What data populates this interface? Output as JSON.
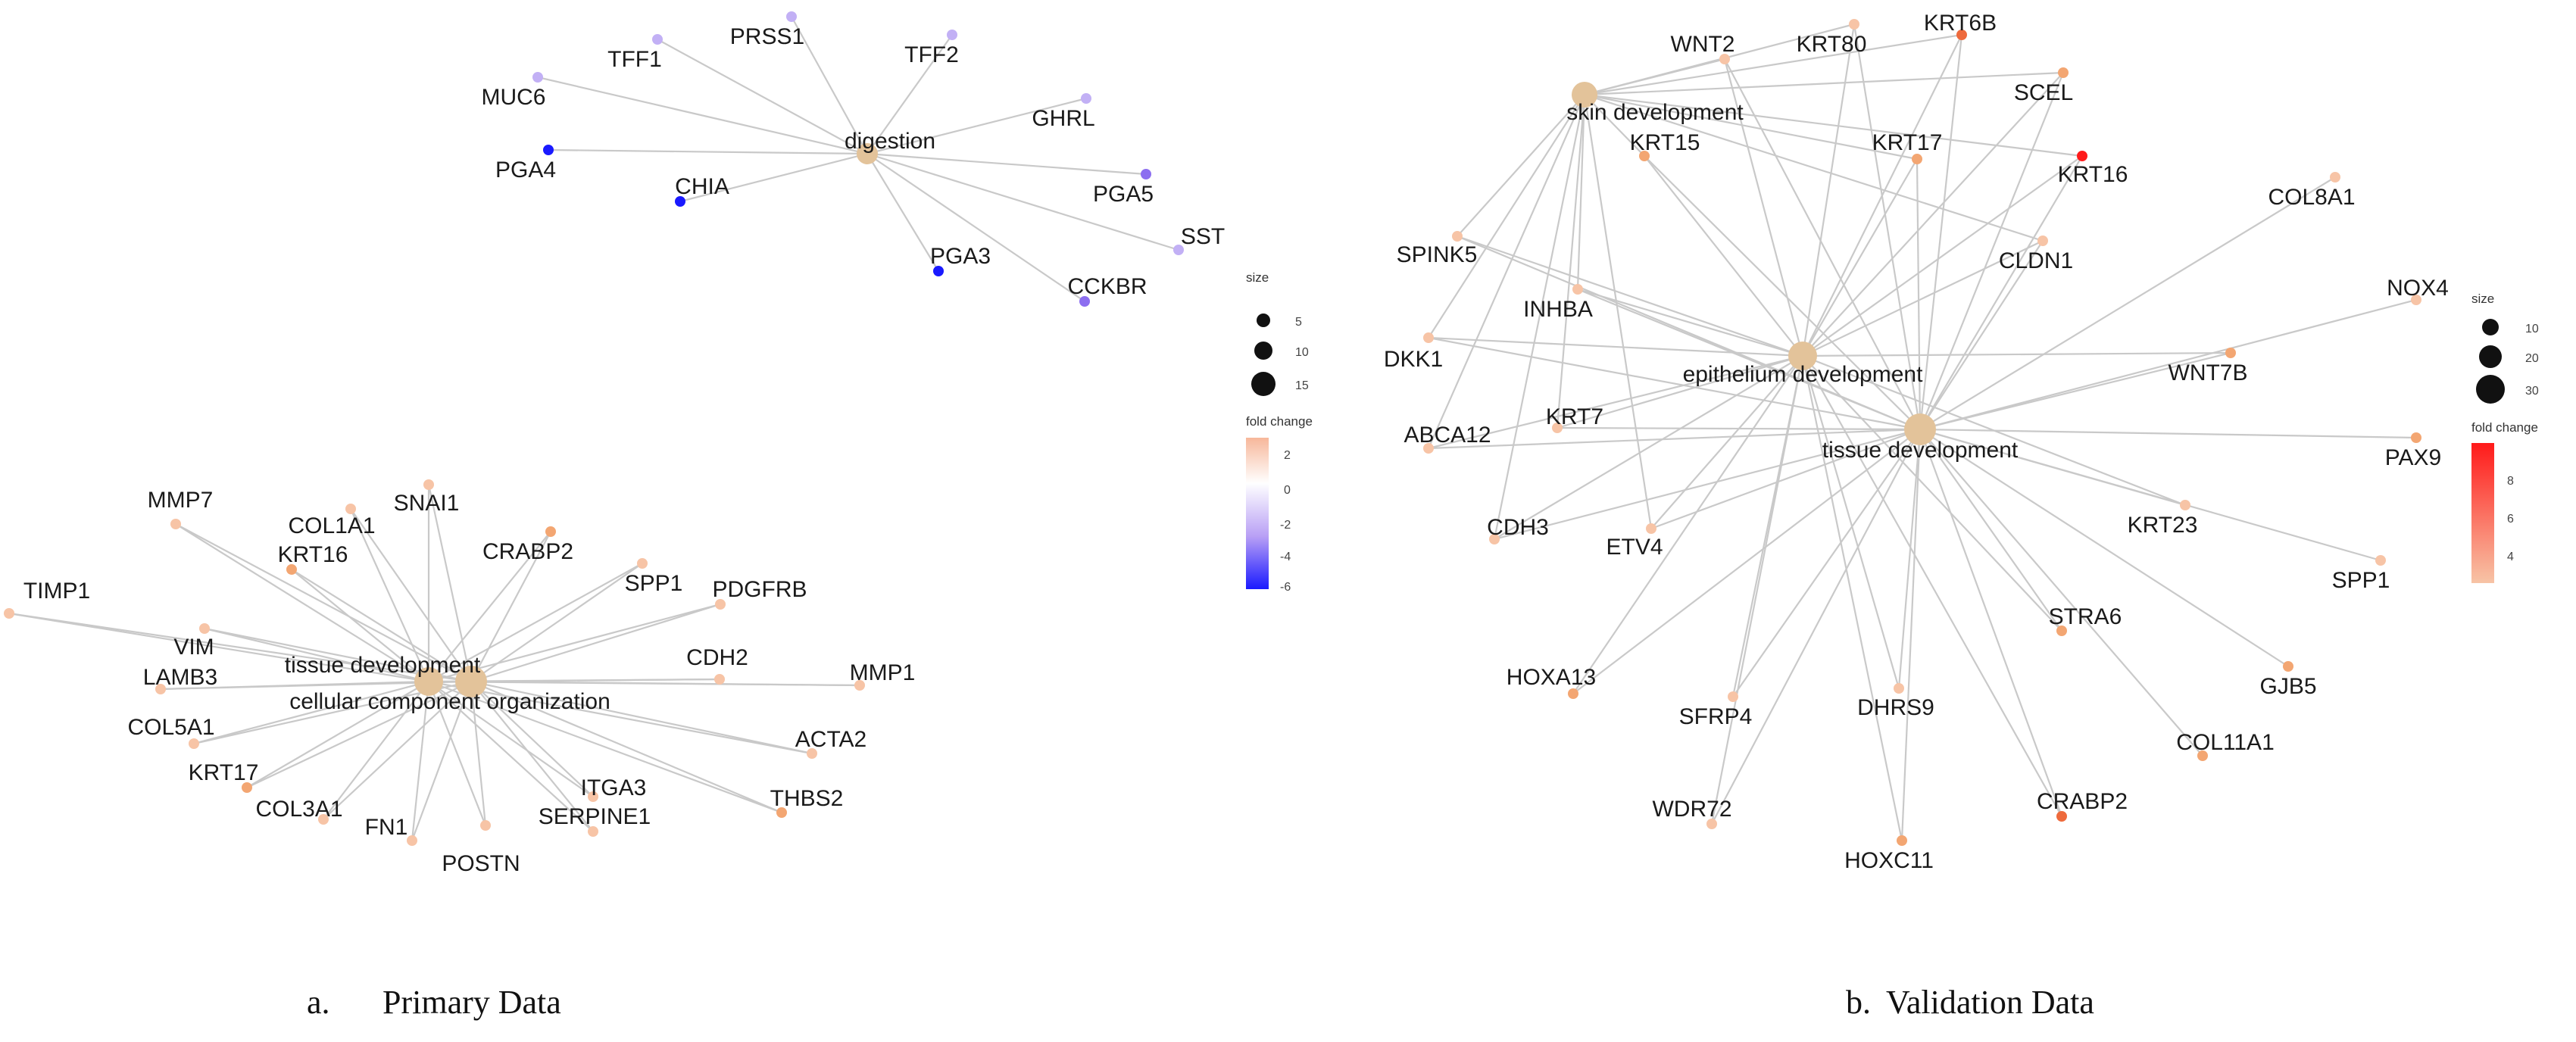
{
  "colors": {
    "edge": "#c9c9c9",
    "hub": "#e3c39a",
    "negative_strong": "#1a1aff",
    "negative_mid": "#8c6ef0",
    "negative_light": "#c2b0f5",
    "positive_light": "#f7c4a6",
    "positive_mid": "#f3a672",
    "positive_strong": "#ee6a3c",
    "max_red": "#ff1a1a"
  },
  "panel_a": {
    "caption_letter": "a.",
    "caption_text": "Primary Data",
    "digestion_network": {
      "hub": "digestion",
      "genes": [
        "TFF1",
        "PRSS1",
        "TFF2",
        "MUC6",
        "GHRL",
        "PGA4",
        "CHIA",
        "PGA5",
        "SST",
        "PGA3",
        "CCKBR"
      ]
    },
    "tissue_network": {
      "hubs": [
        "tissue development",
        "cellular component organization"
      ],
      "genes": [
        "MMP7",
        "COL1A1",
        "SNAI1",
        "KRT16",
        "CRABP2",
        "SPP1",
        "PDGFRB",
        "TIMP1",
        "VIM",
        "LAMB3",
        "CDH2",
        "MMP1",
        "COL5A1",
        "ACTA2",
        "KRT17",
        "COL3A1",
        "ITGA3",
        "FN1",
        "SERPINE1",
        "THBS2",
        "POSTN"
      ]
    },
    "legend": {
      "size_title": "size",
      "size_values": [
        "5",
        "10",
        "15"
      ],
      "color_title": "fold change",
      "color_ticks": [
        "2",
        "0",
        "-2",
        "-4",
        "-6"
      ]
    }
  },
  "panel_b": {
    "caption_letter": "b.",
    "caption_text": "Validation Data",
    "hubs": [
      "skin development",
      "epithelium development",
      "tissue development"
    ],
    "genes": [
      "WNT2",
      "KRT80",
      "KRT6B",
      "SCEL",
      "KRT15",
      "KRT17",
      "KRT16",
      "COL8A1",
      "SPINK5",
      "CLDN1",
      "INHBA",
      "NOX4",
      "DKK1",
      "WNT7B",
      "KRT7",
      "ABCA12",
      "PAX9",
      "CDH3",
      "ETV4",
      "KRT23",
      "SPP1",
      "STRA6",
      "HOXA13",
      "GJB5",
      "SFRP4",
      "DHRS9",
      "COL11A1",
      "WDR72",
      "CRABP2",
      "HOXC11"
    ],
    "legend": {
      "size_title": "size",
      "size_values": [
        "10",
        "20",
        "30"
      ],
      "color_title": "fold change",
      "color_ticks": [
        "8",
        "6",
        "4"
      ]
    }
  }
}
